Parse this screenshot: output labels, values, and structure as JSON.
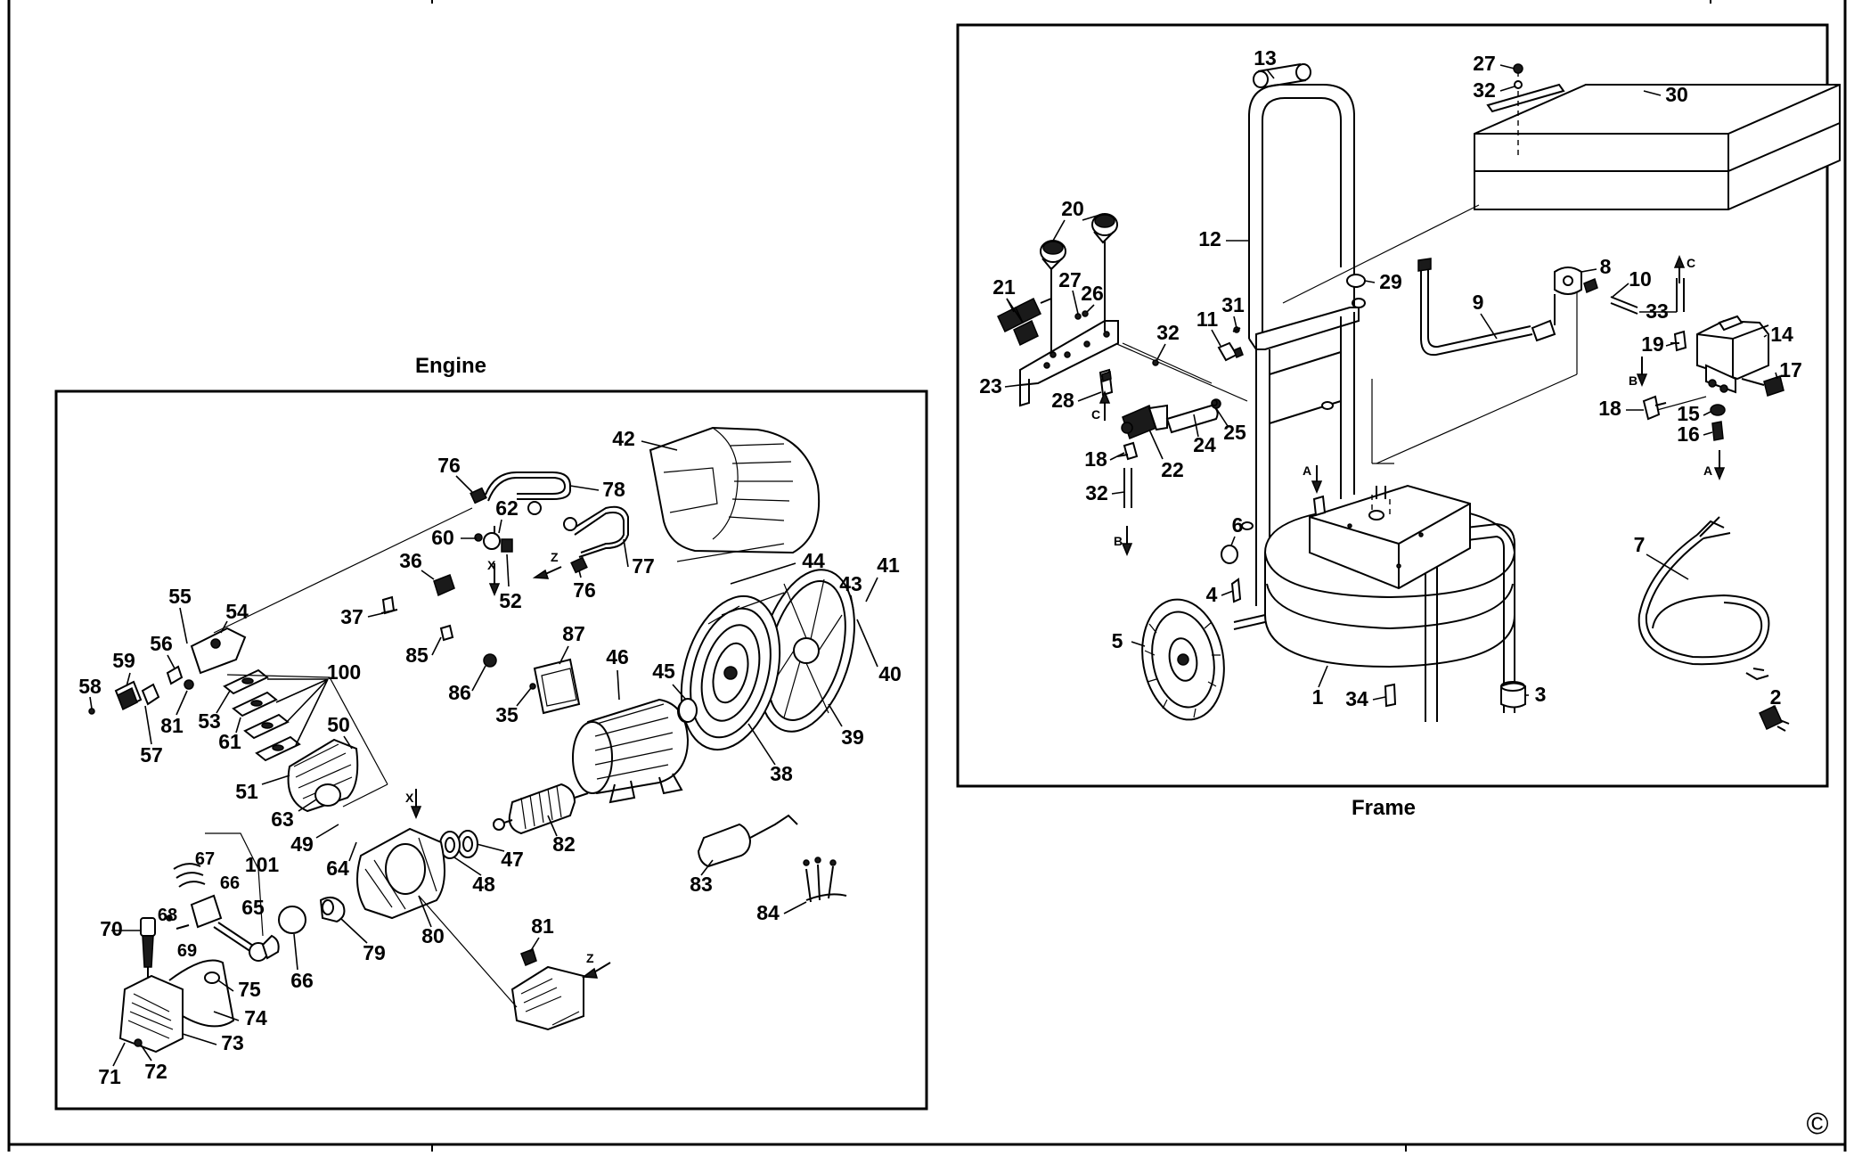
{
  "copyright_symbol": "©",
  "panels": {
    "engine": {
      "title": "Engine",
      "labels": [
        "76",
        "78",
        "62",
        "60",
        "52",
        "77",
        "76",
        "42",
        "44",
        "41",
        "43",
        "40",
        "36",
        "37",
        "55",
        "54",
        "56",
        "59",
        "58",
        "57",
        "81",
        "53",
        "61",
        "100",
        "85",
        "86",
        "87",
        "46",
        "45",
        "38",
        "39",
        "35",
        "50",
        "51",
        "63",
        "49",
        "64",
        "82",
        "47",
        "48",
        "80",
        "83",
        "84",
        "101",
        "67",
        "66",
        "65",
        "68",
        "69",
        "70",
        "75",
        "74",
        "73",
        "71",
        "72",
        "66",
        "79",
        "81"
      ],
      "axis_marks": [
        "X",
        "Z",
        "X",
        "Z"
      ]
    },
    "frame": {
      "title": "Frame",
      "labels": [
        "13",
        "27",
        "32",
        "30",
        "12",
        "20",
        "21",
        "27",
        "26",
        "31",
        "11",
        "32",
        "29",
        "8",
        "10",
        "33",
        "9",
        "14",
        "19",
        "17",
        "18",
        "15",
        "16",
        "23",
        "28",
        "24",
        "25",
        "18",
        "22",
        "32",
        "6",
        "4",
        "5",
        "1",
        "34",
        "3",
        "7",
        "2"
      ],
      "flow_marks": [
        "C",
        "B",
        "A",
        "C",
        "B",
        "A"
      ]
    }
  }
}
